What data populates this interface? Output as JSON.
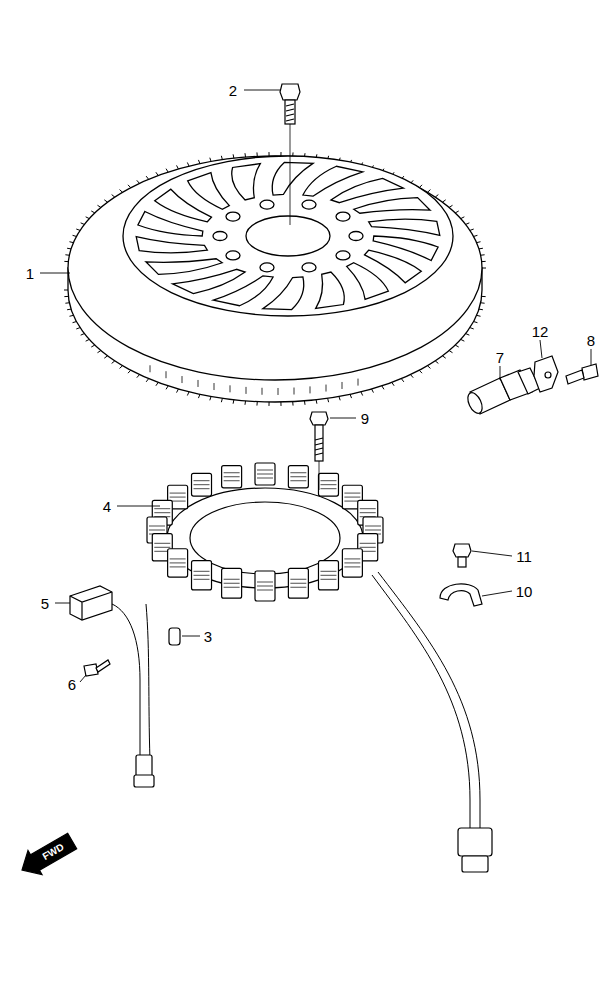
{
  "diagram": {
    "labels": [
      "2",
      "1",
      "12",
      "8",
      "7",
      "9",
      "4",
      "11",
      "5",
      "10",
      "3",
      "6",
      "FWD"
    ]
  }
}
